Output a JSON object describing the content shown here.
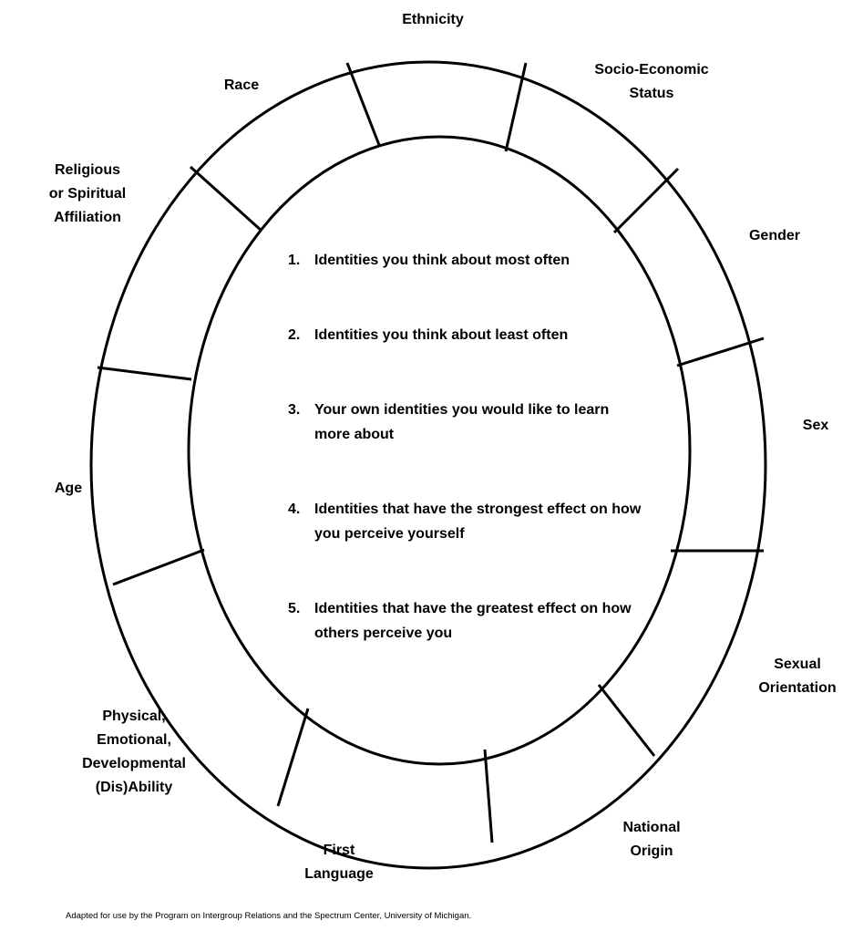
{
  "segments": [
    {
      "id": "ethnicity",
      "lines": [
        "Ethnicity"
      ]
    },
    {
      "id": "socio-economic-status",
      "lines": [
        "Socio-Economic",
        "Status"
      ]
    },
    {
      "id": "gender",
      "lines": [
        "Gender"
      ]
    },
    {
      "id": "sex",
      "lines": [
        "Sex"
      ]
    },
    {
      "id": "sexual-orientation",
      "lines": [
        "Sexual",
        "Orientation"
      ]
    },
    {
      "id": "national-origin",
      "lines": [
        "National",
        "Origin"
      ]
    },
    {
      "id": "first-language",
      "lines": [
        "First",
        "Language"
      ]
    },
    {
      "id": "ability",
      "lines": [
        "Physical,",
        "Emotional,",
        "Developmental",
        "(Dis)Ability"
      ]
    },
    {
      "id": "age",
      "lines": [
        "Age"
      ]
    },
    {
      "id": "religion",
      "lines": [
        "Religious",
        "or Spiritual",
        "Affiliation"
      ]
    },
    {
      "id": "race",
      "lines": [
        "Race"
      ]
    }
  ],
  "prompts": [
    {
      "number": "1.",
      "text": "Identities you think about most often"
    },
    {
      "number": "2.",
      "text": "Identities you think about least often"
    },
    {
      "number": "3.",
      "text": "Your own identities you would like to learn more about"
    },
    {
      "number": "4.",
      "text": "Identities that have the strongest effect on how you perceive yourself"
    },
    {
      "number": "5.",
      "text": "Identities that have the greatest effect on how others perceive you"
    }
  ],
  "credit": "Adapted for use by the Program on Intergroup Relations and the Spectrum Center, University of Michigan."
}
